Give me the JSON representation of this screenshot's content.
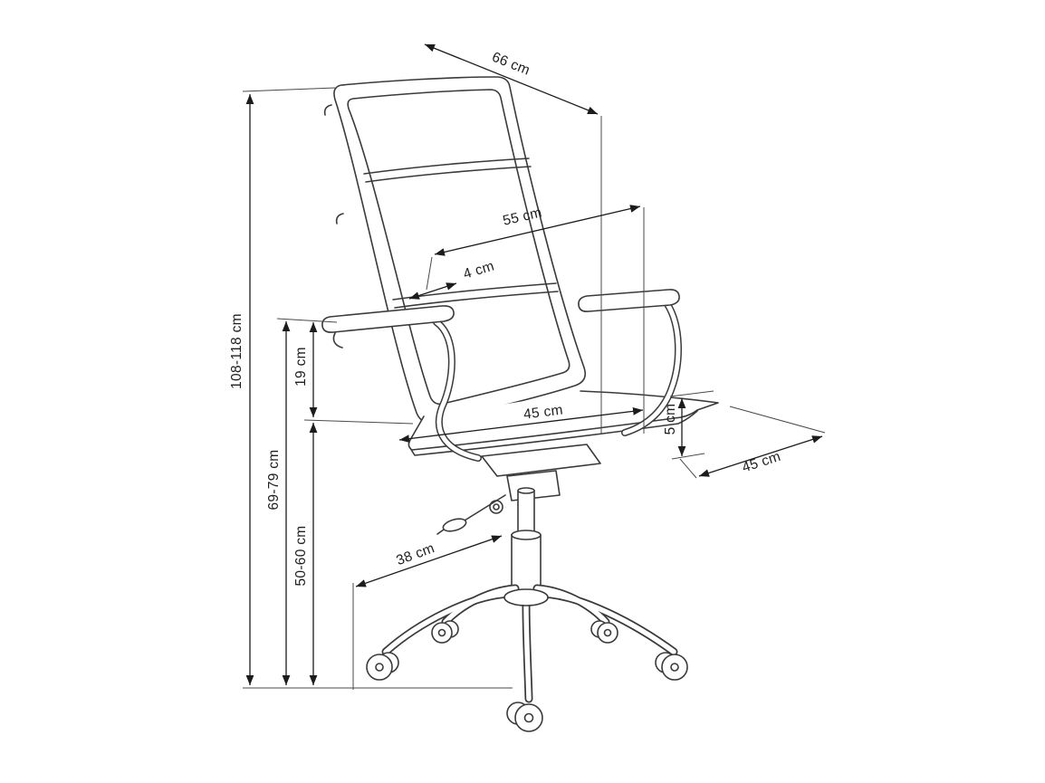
{
  "diagram": {
    "type": "technical-dimension-drawing",
    "unit": "cm",
    "labels": {
      "back_width": "66 cm",
      "backrest_width": "55 cm",
      "backrest_offset": "4 cm",
      "armrest_above_seat": "19 cm",
      "seat_width": "45 cm",
      "seat_thickness": "5 cm",
      "seat_depth": "45 cm",
      "base_leg": "38 cm",
      "overall_height": "108-118 cm",
      "armrest_height": "69-79 cm",
      "seat_height": "50-60 cm"
    },
    "colors": {
      "background": "#ffffff",
      "dimension_line": "#1c1c1c",
      "drawing_line": "#3a3a3a"
    }
  }
}
